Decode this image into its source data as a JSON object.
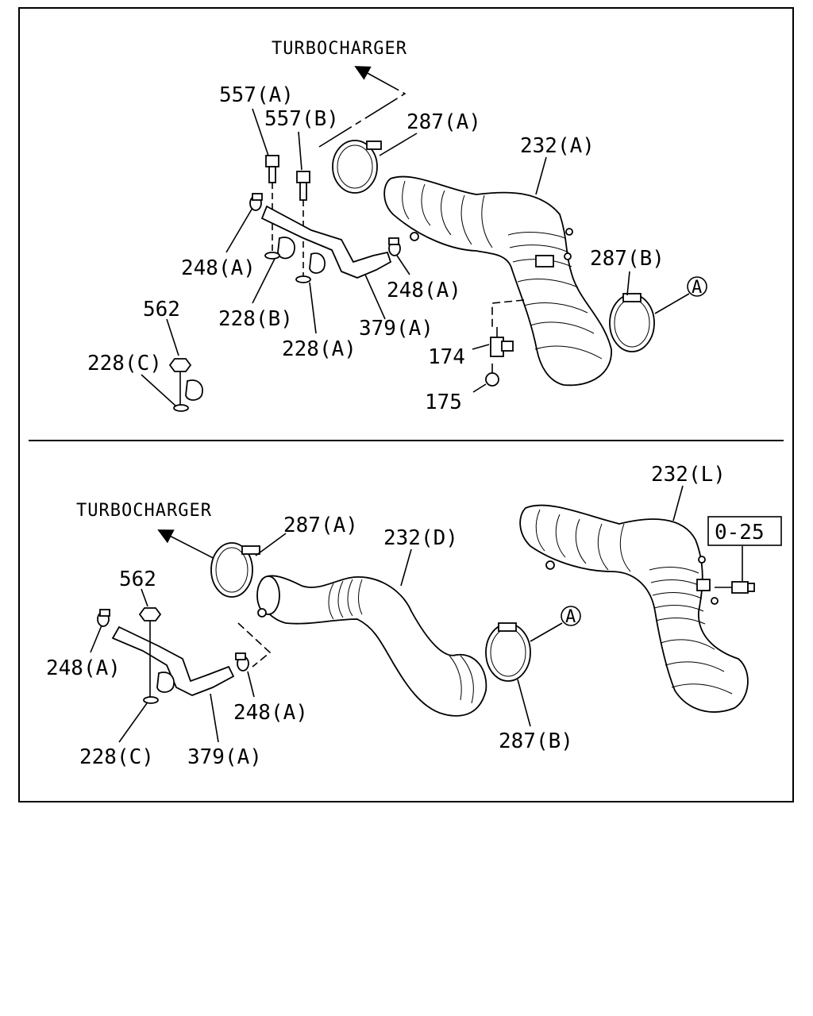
{
  "top_panel": {
    "direction_label": "TURBOCHARGER",
    "labels": {
      "bolt_a": "557(A)",
      "bolt_b": "557(B)",
      "clamp_287a": "287(A)",
      "hose_232a": "232(A)",
      "clip_248a_left": "248(A)",
      "clip_248a_right": "248(A)",
      "clamp_287b": "287(B)",
      "ref_a": "A",
      "nut_562": "562",
      "bracket_228b": "228(B)",
      "bracket_228a": "228(A)",
      "pipe_379a": "379(A)",
      "bracket_228c": "228(C)",
      "valve_174": "174",
      "screw_175": "175"
    }
  },
  "bottom_panel": {
    "direction_label": "TURBOCHARGER",
    "labels": {
      "clamp_287a": "287(A)",
      "hose_232d": "232(D)",
      "hose_232l": "232(L)",
      "ref_box": "0-25",
      "nut_562": "562",
      "clip_248a_left": "248(A)",
      "clip_248a_right": "248(A)",
      "ref_a": "A",
      "clamp_287b": "287(B)",
      "bracket_228c": "228(C)",
      "pipe_379a": "379(A)"
    }
  }
}
